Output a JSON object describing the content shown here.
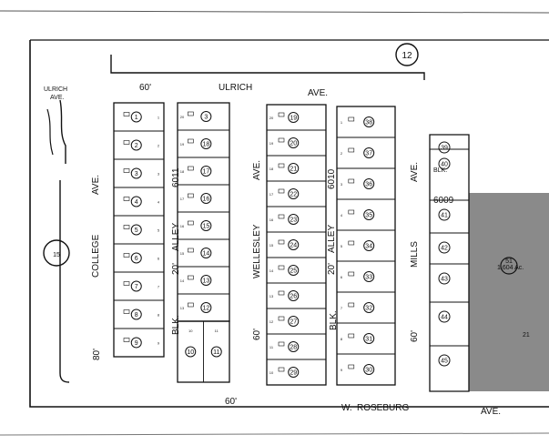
{
  "page_number": "12",
  "adjacent_page": "15",
  "streets": {
    "ulrich_top": "ULRICH",
    "ave_top": "AVE.",
    "ulrich_left_1": "ULRICH",
    "ulrich_left_2": "AVE.",
    "college": "COLLEGE",
    "college_ave": "AVE.",
    "alley_1": "ALLEY",
    "alley_1_width": "20'",
    "wellesley": "WELLESLEY",
    "wellesley_ave": "AVE.",
    "alley_2": "ALLEY",
    "alley_2_width": "20'",
    "mills": "MILLS",
    "mills_ave": "AVE.",
    "roseburg_w": "W.",
    "roseburg": "ROSEBURG",
    "roseburg_ave": "AVE."
  },
  "widths": {
    "top_60": "60'",
    "bottom_60": "60'",
    "college_80": "80'",
    "wellesley_60": "60'",
    "mills_60": "60'"
  },
  "blocks": {
    "b6011": "6011",
    "b6010": "6010",
    "b6009": "6009",
    "blk_1": "BLK.",
    "blk_2": "BLK.",
    "blk_3": "BLK."
  },
  "parcel_51_area": "1.604 Ac.",
  "lot_21": "21",
  "block_a": {
    "parcels": [
      "1",
      "2",
      "3",
      "4",
      "5",
      "6",
      "7",
      "8",
      "9"
    ],
    "lots": [
      "1",
      "2",
      "3",
      "4",
      "5",
      "6",
      "7",
      "8",
      "9"
    ]
  },
  "block_b": {
    "parcels": [
      "3",
      "18",
      "17",
      "16",
      "15",
      "14",
      "13",
      "12"
    ],
    "lots": [
      "20",
      "19",
      "18",
      "17",
      "16",
      "15",
      "14",
      "13"
    ],
    "bottom_parcels": [
      "10",
      "11"
    ],
    "bottom_lots": [
      "10",
      "11"
    ]
  },
  "block_c": {
    "parcels": [
      "19",
      "20",
      "21",
      "22",
      "23",
      "24",
      "25",
      "26",
      "27",
      "28",
      "29"
    ],
    "lots": [
      "20",
      "19",
      "18",
      "17",
      "16",
      "15",
      "14",
      "13",
      "12",
      "11",
      "10"
    ]
  },
  "block_d": {
    "parcels": [
      "38",
      "37",
      "36",
      "35",
      "34",
      "33",
      "32",
      "31",
      "30"
    ],
    "lots": [
      "1",
      "2",
      "3",
      "4",
      "5",
      "6",
      "7",
      "8",
      "9"
    ]
  },
  "block_e": {
    "parcels": [
      "39",
      "40",
      "41",
      "42",
      "43",
      "44",
      "45"
    ]
  },
  "parcel_51": "51"
}
